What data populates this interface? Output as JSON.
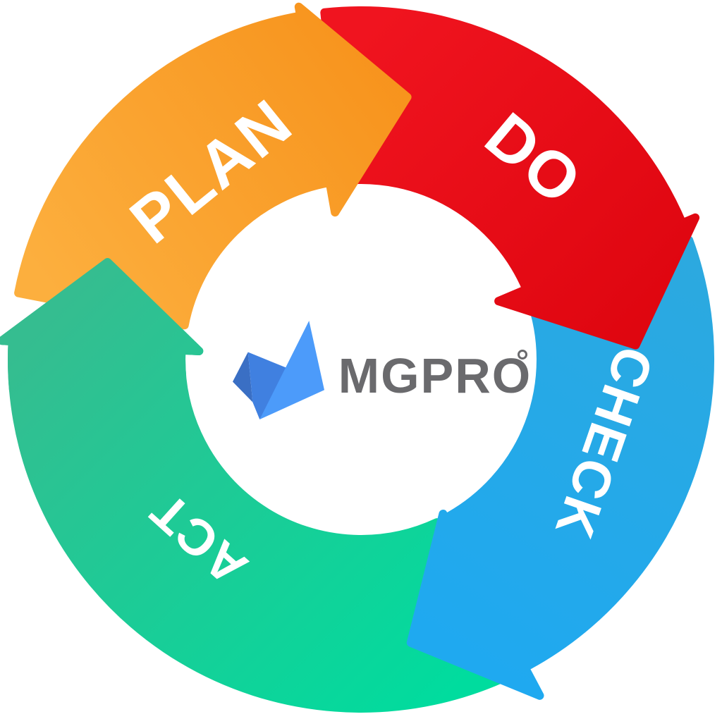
{
  "diagram": {
    "type": "pdca-cycle",
    "direction": "clockwise",
    "labels": {
      "plan": "PLAN",
      "do": "DO",
      "check": "CHECK",
      "act": "ACT"
    },
    "label_color": "#FFFFFF",
    "segment_colors": {
      "plan": {
        "from": "#FCAF3E",
        "to": "#F7921B"
      },
      "do": {
        "from": "#F0141F",
        "to": "#DE050F"
      },
      "check": {
        "from": "#2CA9DF",
        "to": "#1FA9F0"
      },
      "act": {
        "from": "#00DC9E",
        "to": "#35BD90"
      }
    }
  },
  "logo": {
    "text": "MGPRO",
    "text_color": "#6A6A6D",
    "icon_colors": [
      "#3A6FC4",
      "#4080E0",
      "#4C9BFA"
    ]
  }
}
